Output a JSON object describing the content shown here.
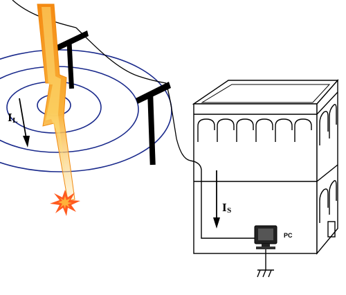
{
  "labels": {
    "lightning_current": {
      "main": "I",
      "sub": "L"
    },
    "surge_current": {
      "main": "I",
      "sub": "S"
    },
    "computer": "PC"
  },
  "colors": {
    "field_rings": "#1a2a8c",
    "bolt_outer": "#f7a51c",
    "bolt_inner": "#fde27a",
    "spark": "#ff5a1f",
    "line": "#000000"
  },
  "icons": [
    "lightning-bolt-icon",
    "spark-icon",
    "computer-icon",
    "ground-icon"
  ]
}
